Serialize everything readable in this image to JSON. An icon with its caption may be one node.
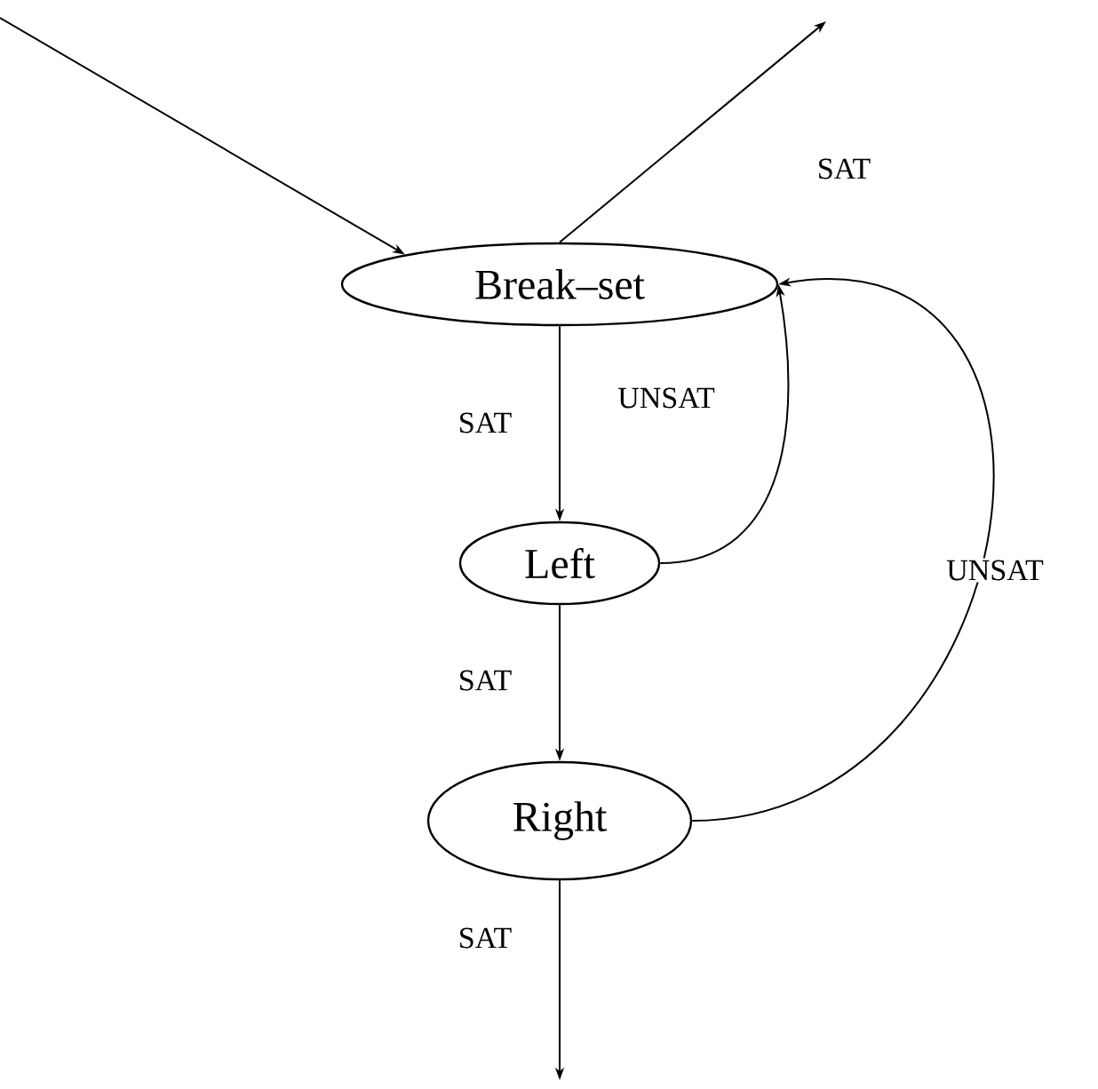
{
  "diagram": {
    "nodes": [
      {
        "text": [
          "Break–set"
        ]
      },
      {
        "text": [
          "Left"
        ]
      },
      {
        "text": [
          "Right"
        ]
      }
    ],
    "edges": [
      {
        "from": null,
        "to": 0,
        "arrow": "to"
      },
      {
        "from": 0,
        "to": null,
        "arrow": "to",
        "label": "SAT"
      },
      {
        "from": 0,
        "to": 1,
        "arrow": "to",
        "label": "SAT"
      },
      {
        "from": 1,
        "to": 0,
        "arrow": "to",
        "label": "UNSAT"
      },
      {
        "from": 1,
        "to": 2,
        "arrow": "to",
        "label": "SAT"
      },
      {
        "from": 2,
        "to": 0,
        "arrow": "to",
        "label": "UNSAT"
      },
      {
        "from": 2,
        "to": null,
        "arrow": "to",
        "label": "SAT"
      }
    ]
  }
}
